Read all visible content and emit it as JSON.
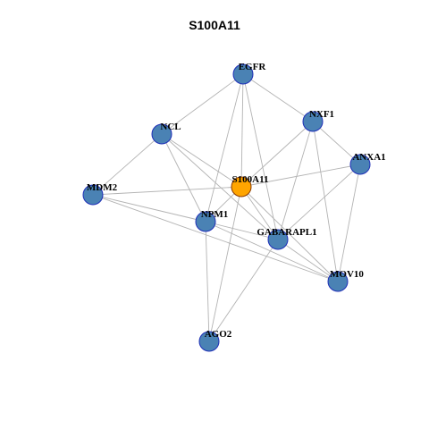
{
  "title": "S100A11",
  "colors": {
    "node": "#4a82b4",
    "center_node": "#ffa500",
    "edge": "#b3b3b3"
  },
  "nodes": [
    {
      "id": "EGFR",
      "label": "EGFR",
      "type": "neighbor"
    },
    {
      "id": "NCL",
      "label": "NCL",
      "type": "neighbor"
    },
    {
      "id": "NXF1",
      "label": "NXF1",
      "type": "neighbor"
    },
    {
      "id": "ANXA1",
      "label": "ANXA1",
      "type": "neighbor"
    },
    {
      "id": "S100A11",
      "label": "S100A11",
      "type": "center"
    },
    {
      "id": "MDM2",
      "label": "MDM2",
      "type": "neighbor"
    },
    {
      "id": "NPM1",
      "label": "NPM1",
      "type": "neighbor"
    },
    {
      "id": "GABARAPL1",
      "label": "GABARAPL1",
      "type": "neighbor"
    },
    {
      "id": "MOV10",
      "label": "MOV10",
      "type": "neighbor"
    },
    {
      "id": "AGO2",
      "label": "AGO2",
      "type": "neighbor"
    }
  ],
  "edges": [
    [
      "S100A11",
      "EGFR"
    ],
    [
      "S100A11",
      "NCL"
    ],
    [
      "S100A11",
      "NXF1"
    ],
    [
      "S100A11",
      "ANXA1"
    ],
    [
      "S100A11",
      "MDM2"
    ],
    [
      "S100A11",
      "NPM1"
    ],
    [
      "S100A11",
      "GABARAPL1"
    ],
    [
      "S100A11",
      "MOV10"
    ],
    [
      "S100A11",
      "AGO2"
    ],
    [
      "EGFR",
      "NCL"
    ],
    [
      "EGFR",
      "NXF1"
    ],
    [
      "EGFR",
      "NPM1"
    ],
    [
      "EGFR",
      "GABARAPL1"
    ],
    [
      "NCL",
      "MDM2"
    ],
    [
      "NCL",
      "NPM1"
    ],
    [
      "NCL",
      "GABARAPL1"
    ],
    [
      "NXF1",
      "ANXA1"
    ],
    [
      "NXF1",
      "GABARAPL1"
    ],
    [
      "NXF1",
      "MOV10"
    ],
    [
      "ANXA1",
      "GABARAPL1"
    ],
    [
      "ANXA1",
      "MOV10"
    ],
    [
      "MDM2",
      "NPM1"
    ],
    [
      "MDM2",
      "MOV10"
    ],
    [
      "NPM1",
      "GABARAPL1"
    ],
    [
      "NPM1",
      "MOV10"
    ],
    [
      "NPM1",
      "AGO2"
    ],
    [
      "GABARAPL1",
      "MOV10"
    ],
    [
      "GABARAPL1",
      "AGO2"
    ]
  ]
}
